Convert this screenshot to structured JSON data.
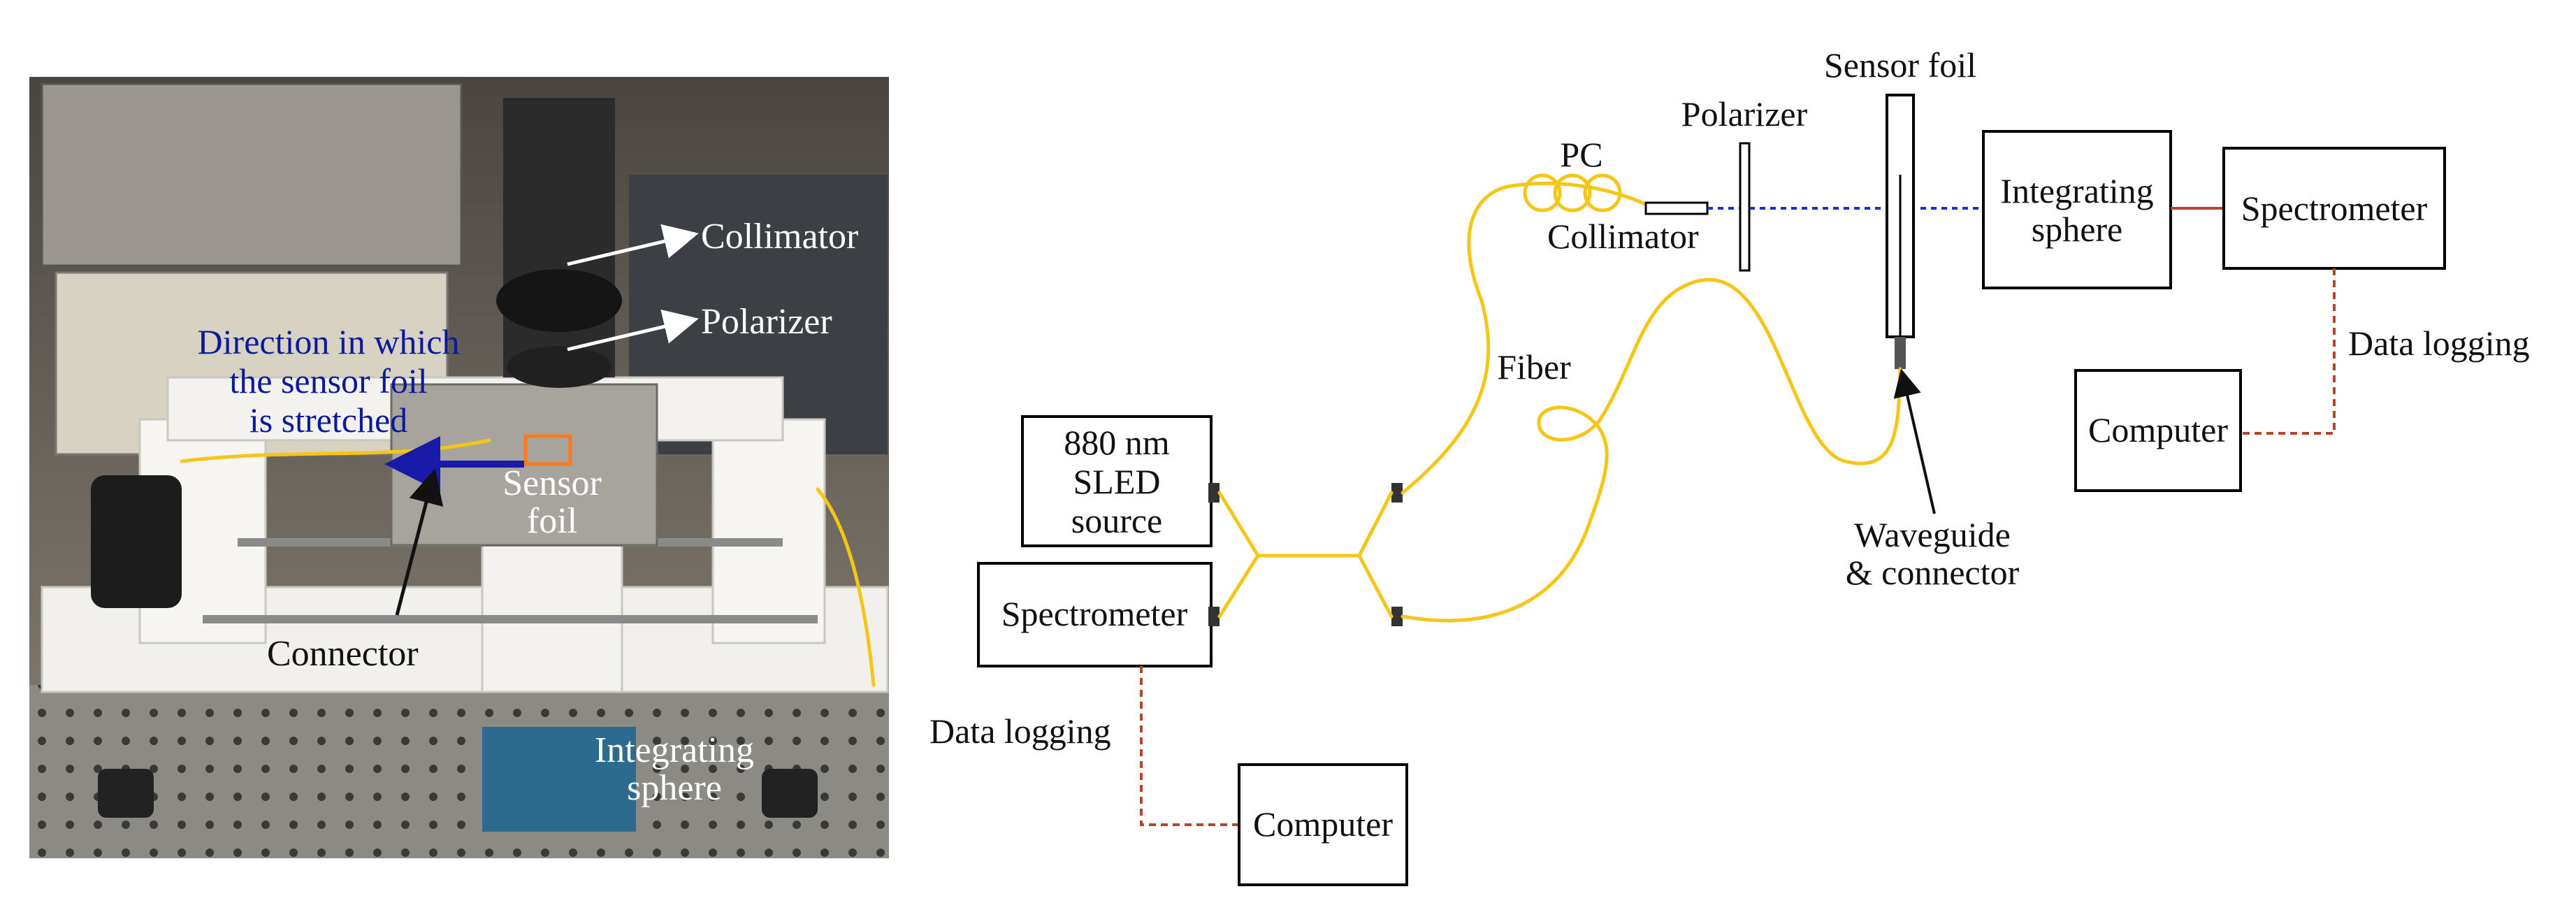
{
  "photo": {
    "labels": {
      "collimator": "Collimator",
      "polarizer": "Polarizer",
      "direction_line1": "Direction in which",
      "direction_line2": "the sensor foil",
      "direction_line3": "is stretched",
      "sensor_foil_line1": "Sensor",
      "sensor_foil_line2": "foil",
      "connector": "Connector",
      "integrating_line1": "Integrating",
      "integrating_line2": "sphere"
    },
    "colors": {
      "arrow_blue": "#1a1aa8",
      "highlight_orange": "#ff7a1a"
    }
  },
  "schematic": {
    "sled_line1": "880 nm",
    "sled_line2": "SLED",
    "sled_line3": "source",
    "spectrometer_left": "Spectrometer",
    "data_logging_left": "Data logging",
    "computer_bottom": "Computer",
    "pc_label": "PC",
    "collimator_label": "Collimator",
    "polarizer_label": "Polarizer",
    "sensor_foil_label": "Sensor foil",
    "fiber_label": "Fiber",
    "waveguide_line1": "Waveguide",
    "waveguide_line2": "& connector",
    "integrating_line1": "Integrating",
    "integrating_line2": "sphere",
    "spectrometer_right": "Spectrometer",
    "data_logging_right": "Data logging",
    "computer_right": "Computer",
    "colors": {
      "fiber": "#f5c518",
      "beam": "#1a2fd6",
      "cable": "#b5462a"
    }
  }
}
